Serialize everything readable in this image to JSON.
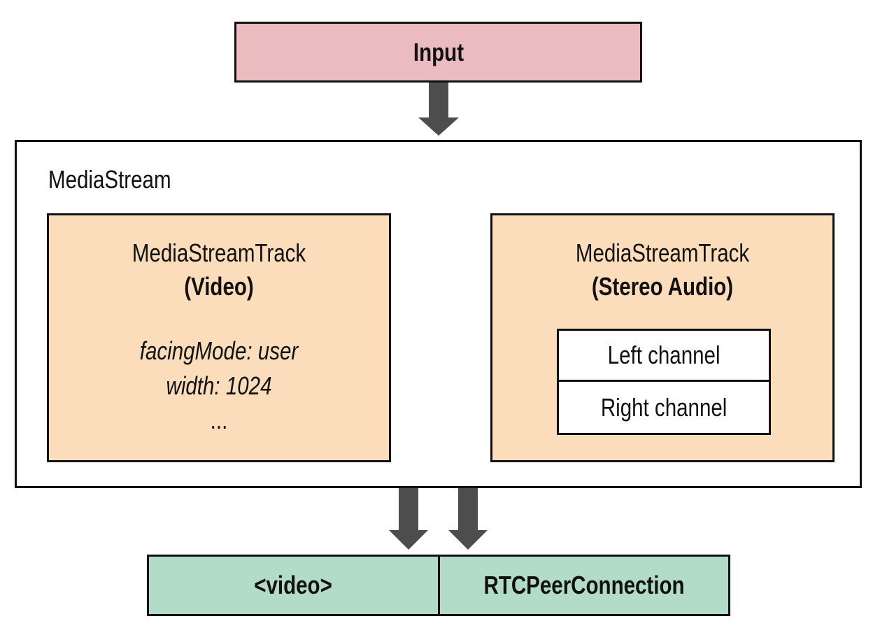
{
  "diagram": {
    "input": {
      "label": "Input",
      "color": "#ebbcbf"
    },
    "media_stream": {
      "label": "MediaStream",
      "tracks": [
        {
          "title": "MediaStreamTrack",
          "kind": "(Video)",
          "properties": [
            "facingMode: user",
            "width: 1024"
          ],
          "more": "..."
        },
        {
          "title": "MediaStreamTrack",
          "kind": "(Stereo Audio)",
          "channels": [
            "Left channel",
            "Right channel"
          ]
        }
      ],
      "track_color": "#fbdcbb"
    },
    "outputs": {
      "items": [
        "<video>",
        "RTCPeerConnection"
      ],
      "color": "#b3dcc8"
    },
    "arrow_color": "#4d4d4d",
    "edges": [
      {
        "from": "Input",
        "to": "MediaStream"
      },
      {
        "from": "MediaStream",
        "to": "<video>"
      },
      {
        "from": "MediaStream",
        "to": "RTCPeerConnection"
      }
    ]
  }
}
